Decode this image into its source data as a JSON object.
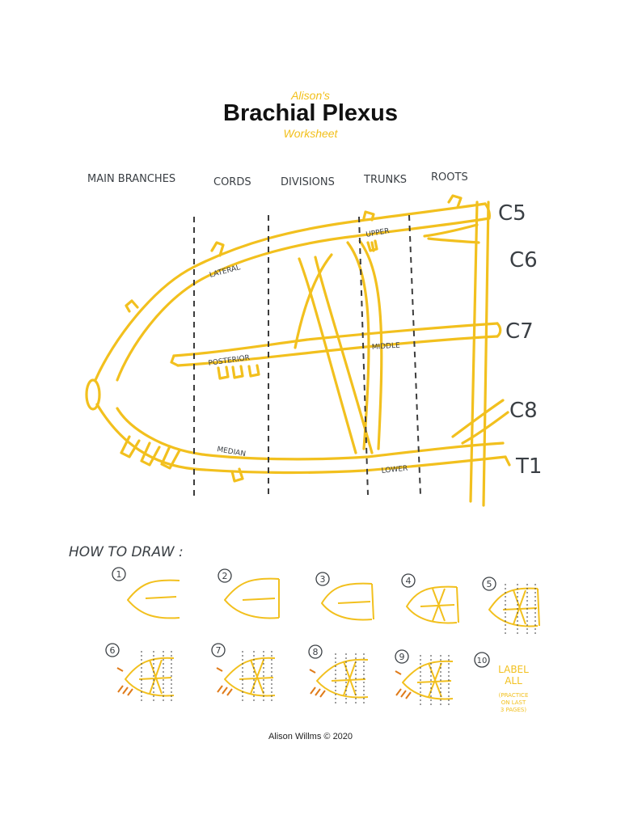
{
  "header": {
    "author_label": "Alison's",
    "title": "Brachial Plexus",
    "subtitle": "Worksheet"
  },
  "columns": [
    "MAIN BRANCHES",
    "CORDS",
    "DIVISIONS",
    "TRUNKS",
    "ROOTS"
  ],
  "roots": [
    "C5",
    "C6",
    "C7",
    "C8",
    "T1"
  ],
  "trunks": [
    "UPPER",
    "MIDDLE",
    "LOWER"
  ],
  "cords": [
    "LATERAL",
    "POSTERIOR",
    "MEDIAN"
  ],
  "how_to": {
    "heading": "HOW TO DRAW :",
    "steps": [
      "1",
      "2",
      "3",
      "4",
      "5",
      "6",
      "7",
      "8",
      "9",
      "10"
    ],
    "final_label_1": "LABEL",
    "final_label_2": "ALL",
    "note_1": "(PRACTICE",
    "note_2": "ON LAST",
    "note_3": "3 PAGES)"
  },
  "footer": "Alison Willms © 2020",
  "colors": {
    "nerve": "#f2c01e",
    "dash": "#3c3c3c",
    "ink": "#2f3a3f",
    "accent": "#e07b1a"
  }
}
